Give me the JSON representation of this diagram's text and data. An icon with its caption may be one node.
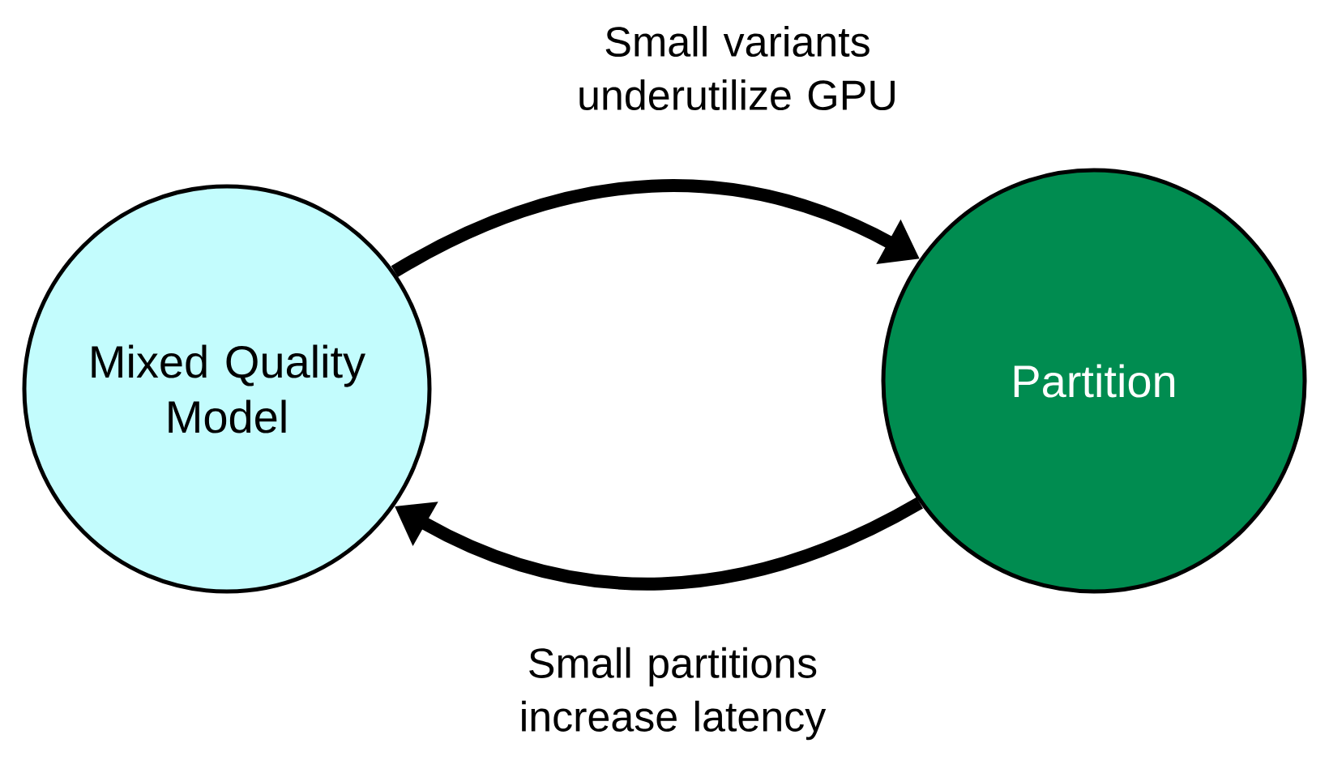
{
  "diagram": {
    "nodes": [
      {
        "text": [
          "Mixed Quality Model"
        ]
      },
      {
        "text": [
          "Partition"
        ]
      }
    ],
    "edges": [
      {
        "from": 0,
        "to": 1,
        "arrow": "to",
        "label": "Small variants underutilize GPU"
      },
      {
        "from": 1,
        "to": 0,
        "arrow": "to",
        "label": "Small partitions increase latency"
      }
    ]
  }
}
